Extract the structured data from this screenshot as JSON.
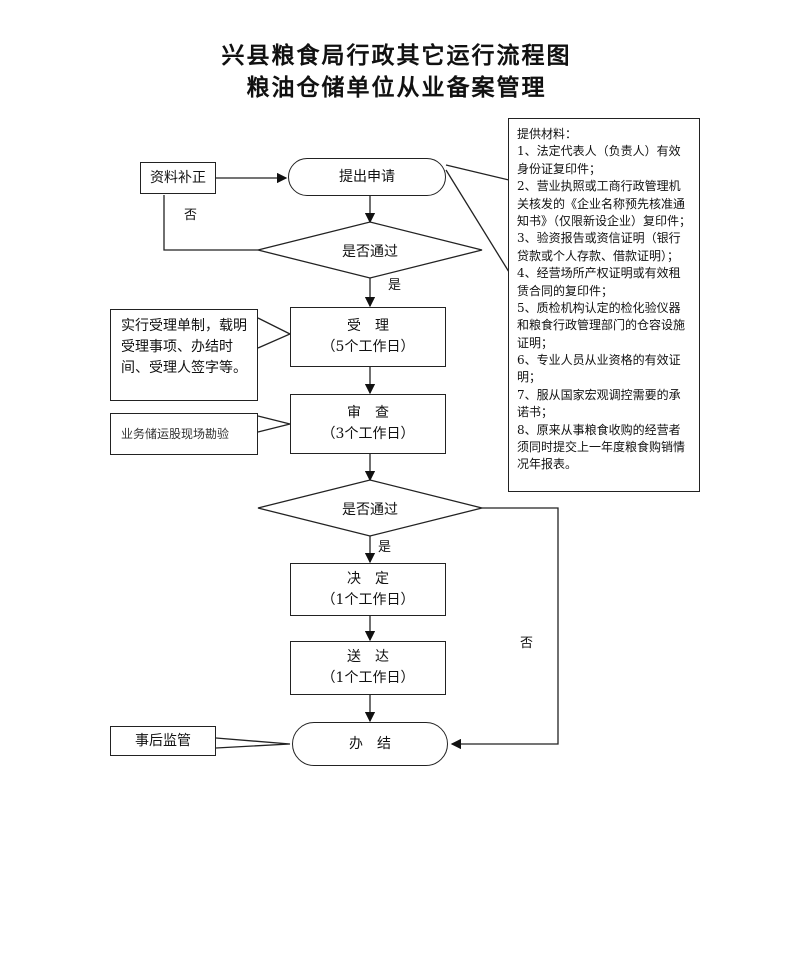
{
  "title_line1": "兴县粮食局行政其它运行流程图",
  "title_line2": "粮油仓储单位从业备案管理",
  "nodes": {
    "supplement": "资料补正",
    "apply": "提出申请",
    "check1": "是否通过",
    "accept_title": "受　理",
    "accept_days": "（5个工作日）",
    "review_title": "审　查",
    "review_days": "（3个工作日）",
    "check2": "是否通过",
    "decide_title": "决　定",
    "decide_days": "（1个工作日）",
    "deliver_title": "送　达",
    "deliver_days": "（1个工作日）",
    "finish": "办　结"
  },
  "labels": {
    "no1": "否",
    "yes1": "是",
    "yes2": "是",
    "no2": "否"
  },
  "notes": {
    "accept_note": "实行受理单制，载明受理事项、办结时间、受理人签字等。",
    "review_note": "业务储运股现场勘验",
    "supervise": "事后监管"
  },
  "materials": {
    "heading": "提供材料：",
    "items": [
      "1、法定代表人（负责人）有效身份证复印件；",
      "2、营业执照或工商行政管理机关核发的《企业名称预先核准通知书》（仅限新设企业）复印件；",
      "3、验资报告或资信证明（银行贷款或个人存款、借款证明）；",
      "4、经营场所产权证明或有效租赁合同的复印件；",
      "5、质检机构认定的检化验仪器和粮食行政管理部门的仓容设施证明；",
      "6、专业人员从业资格的有效证明；",
      "7、服从国家宏观调控需要的承诺书；",
      "8、原来从事粮食收购的经营者须同时提交上一年度粮食购销情况年报表。"
    ]
  }
}
